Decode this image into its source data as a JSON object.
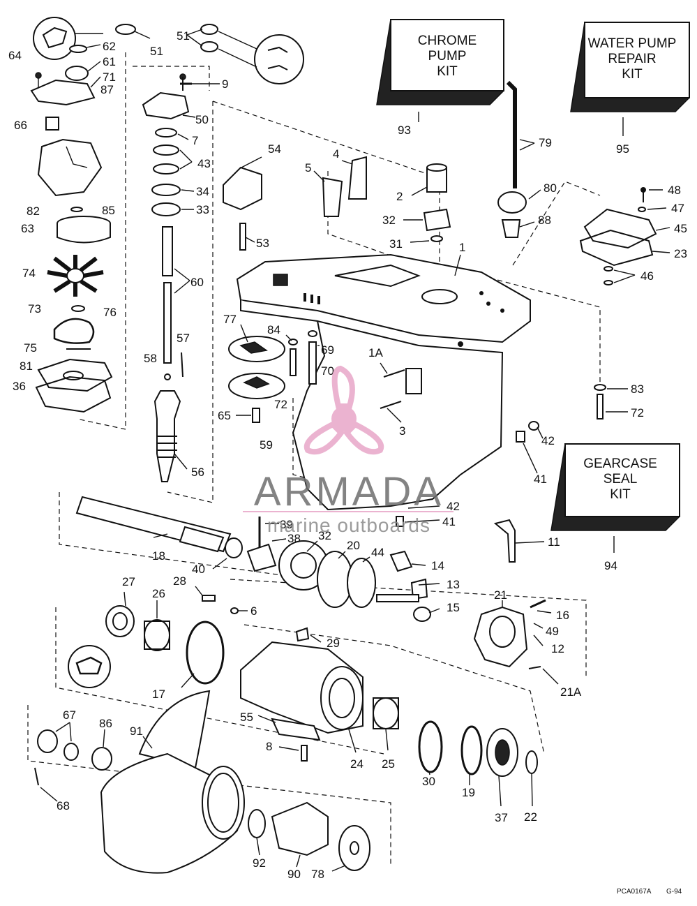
{
  "kits": {
    "chrome_pump": {
      "line1": "CHROME",
      "line2": "PUMP",
      "line3": "KIT",
      "number": "93"
    },
    "water_pump": {
      "line1": "WATER PUMP",
      "line2": "REPAIR",
      "line3": "KIT",
      "number": "95"
    },
    "gearcase_seal": {
      "line1": "GEARCASE",
      "line2": "SEAL",
      "line3": "KIT",
      "number": "94"
    }
  },
  "callouts": {
    "c64": "64",
    "c62": "62",
    "c61": "61",
    "c71": "71",
    "c87": "87",
    "c66": "66",
    "c82": "82",
    "c85": "85",
    "c63": "63",
    "c74": "74",
    "c76": "76",
    "c73": "73",
    "c75": "75",
    "c81": "81",
    "c36": "36",
    "c51a": "51",
    "c51b": "51",
    "c9": "9",
    "c50": "50",
    "c7": "7",
    "c43": "43",
    "c34": "34",
    "c33": "33",
    "c60": "60",
    "c57": "57",
    "c58": "58",
    "c56": "56",
    "c54": "54",
    "c53": "53",
    "c5": "5",
    "c4": "4",
    "c2": "2",
    "c32a": "32",
    "c31": "31",
    "c1": "1",
    "c79": "79",
    "c80": "80",
    "c88": "88",
    "c48": "48",
    "c47": "47",
    "c45": "45",
    "c23": "23",
    "c46": "46",
    "c77": "77",
    "c84": "84",
    "c69": "69",
    "c70": "70",
    "c72a": "72",
    "c65": "65",
    "c59": "59",
    "c1a": "1A",
    "c3": "3",
    "c83": "83",
    "c72b": "72",
    "c42a": "42",
    "c41a": "41",
    "c42b": "42",
    "c41b": "41",
    "c11": "11",
    "c18": "18",
    "c39": "39",
    "c38": "38",
    "c32b": "32",
    "c40": "40",
    "c20": "20",
    "c44": "44",
    "c14": "14",
    "c13": "13",
    "c15": "15",
    "c21": "21",
    "c16": "16",
    "c49": "49",
    "c12": "12",
    "c21a": "21A",
    "c27": "27",
    "c28": "28",
    "c26": "26",
    "c6": "6",
    "c29": "29",
    "c17": "17",
    "c55": "55",
    "c8": "8",
    "c24": "24",
    "c25": "25",
    "c30": "30",
    "c19": "19",
    "c37": "37",
    "c22": "22",
    "c67": "67",
    "c86": "86",
    "c91": "91",
    "c68": "68",
    "c92": "92",
    "c90": "90",
    "c78": "78"
  },
  "watermark": {
    "brand": "ARMADA",
    "tagline": "marine outboards"
  },
  "footer": {
    "code": "PCA0167A",
    "date": "G-94"
  },
  "colors": {
    "ink": "#111111",
    "watermark_pink": "#e8a6c8",
    "watermark_gray": "#6e6e6e"
  }
}
